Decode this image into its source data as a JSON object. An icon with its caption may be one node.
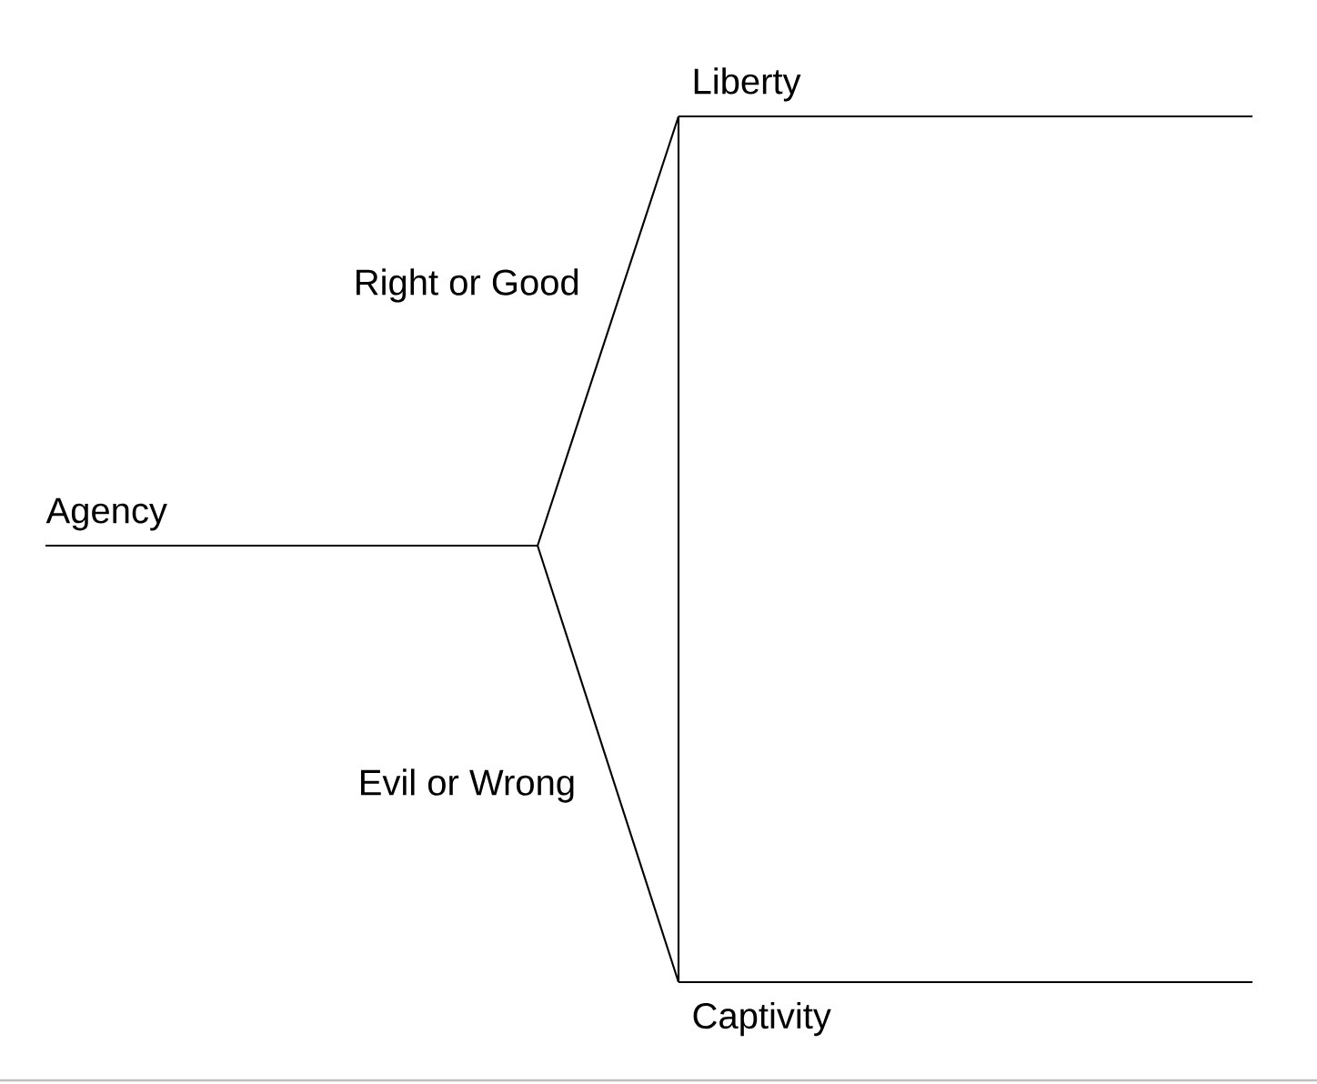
{
  "diagram": {
    "nodes": [
      {
        "text": [
          "Agency"
        ]
      },
      {
        "text": [
          "Liberty"
        ]
      },
      {
        "text": [
          "Captivity"
        ]
      }
    ],
    "edges": [
      {
        "from": 0,
        "to": 1,
        "arrow": "none",
        "label": "Right or Good"
      },
      {
        "from": 0,
        "to": 2,
        "arrow": "none",
        "label": "Evil or Wrong"
      },
      {
        "from": 1,
        "to": 2,
        "arrow": "none"
      }
    ]
  }
}
